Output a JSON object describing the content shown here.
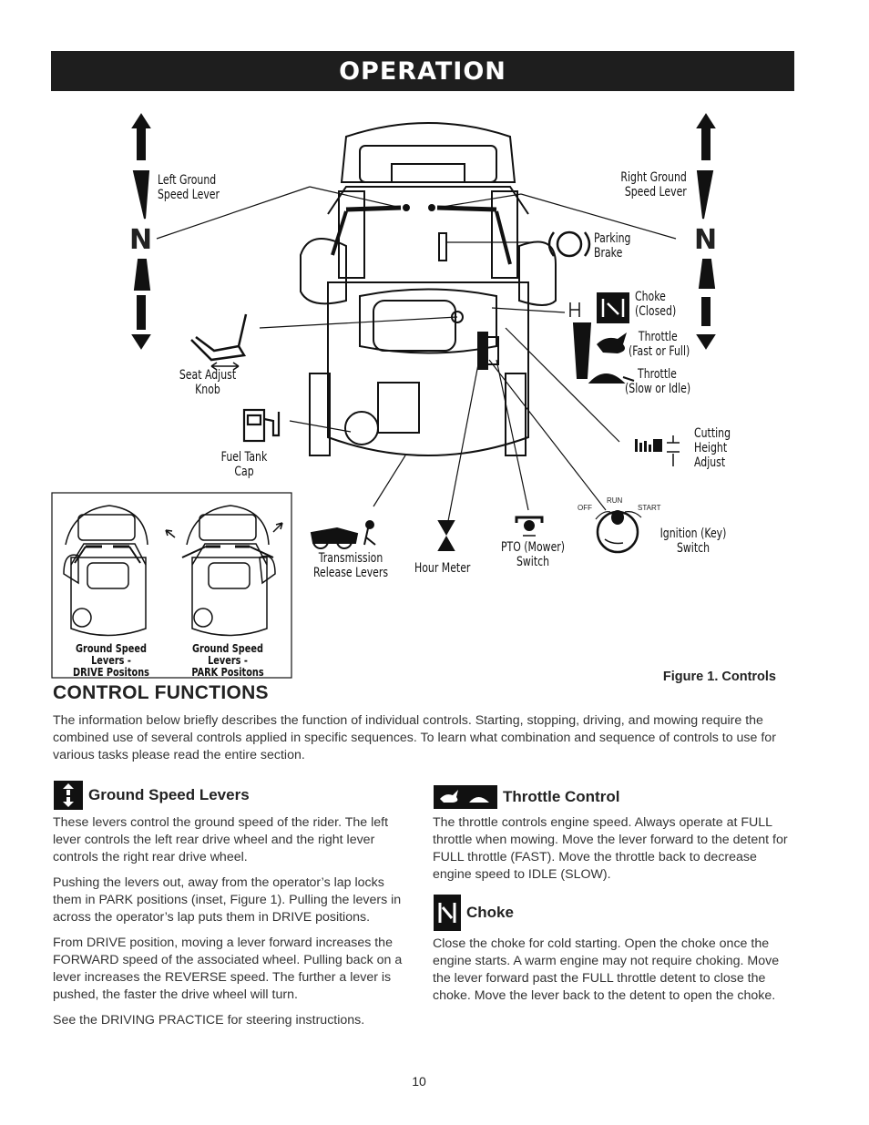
{
  "header": {
    "title": "OPERATION"
  },
  "figure": {
    "labels": {
      "left_lever": [
        "Left Ground",
        "Speed Lever"
      ],
      "right_lever": [
        "Right Ground",
        "Speed Lever"
      ],
      "parking": [
        "Parking",
        "Brake"
      ],
      "choke": [
        "Choke",
        "(Closed)"
      ],
      "throttle_fast": [
        "Throttle",
        "(Fast or Full)"
      ],
      "throttle_slow": [
        "Throttle",
        "(Slow or Idle)"
      ],
      "seat": [
        "Seat Adjust",
        "Knob"
      ],
      "fuel": [
        "Fuel Tank",
        "Cap"
      ],
      "cutting": [
        "Cutting",
        "Height",
        "Adjust"
      ],
      "transmission": [
        "Transmission",
        "Release Levers"
      ],
      "hour_meter": "Hour Meter",
      "pto": [
        "PTO (Mower)",
        "Switch"
      ],
      "ignition": [
        "Ignition (Key)",
        "Switch"
      ],
      "ign_off": "OFF",
      "ign_run": "RUN",
      "ign_start": "START",
      "neutral": "N",
      "inset_drive": [
        "Ground Speed Levers -",
        "DRIVE Positons"
      ],
      "inset_park": [
        "Ground Speed Levers -",
        "PARK Positons"
      ],
      "caption": "Figure 1. Controls"
    }
  },
  "section": {
    "title": "CONTROL FUNCTIONS",
    "intro": "The information below briefly describes the function of individual controls. Starting, stopping, driving, and mowing require the combined use of several controls applied in specific sequences. To learn what combination and sequence of controls to use for various tasks please read the entire section."
  },
  "ground_speed": {
    "title": "Ground Speed Levers",
    "paras": [
      "These levers control the ground speed of the rider. The left lever controls the left rear drive wheel and the right lever controls the right rear drive wheel.",
      "Pushing the levers out, away from the operator’s lap locks them in PARK positions (inset, Figure 1). Pulling the levers in across the operator’s lap puts them in DRIVE positions.",
      "From DRIVE position, moving a lever forward increases the FORWARD speed of the associated wheel. Pulling back on a lever increases the REVERSE speed. The further a lever is pushed, the faster the drive wheel will turn.",
      "See the DRIVING PRACTICE for steering instructions."
    ]
  },
  "throttle": {
    "title": "Throttle Control",
    "para": "The throttle controls engine speed. Always operate at FULL throttle when mowing. Move the lever forward to the detent for FULL throttle (FAST). Move the throttle back to decrease engine speed to IDLE (SLOW)."
  },
  "choke": {
    "title": "Choke",
    "para": "Close the choke for cold starting. Open the choke once the engine starts. A warm engine may not require choking. Move the lever forward past the FULL throttle detent to close the choke. Move the lever back to the detent to open the choke."
  },
  "footer": {
    "page_number": "10"
  }
}
